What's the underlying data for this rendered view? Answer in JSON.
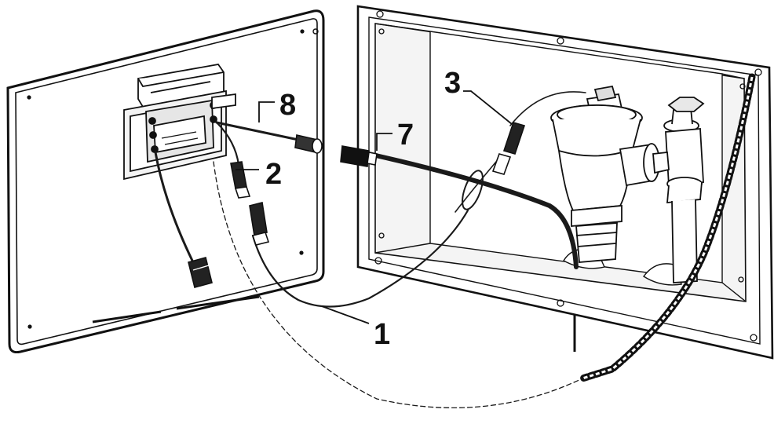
{
  "diagram": {
    "callouts": [
      {
        "id": "1",
        "label": "1"
      },
      {
        "id": "2",
        "label": "2"
      },
      {
        "id": "3",
        "label": "3"
      },
      {
        "id": "7",
        "label": "7"
      },
      {
        "id": "8",
        "label": "8"
      }
    ],
    "colors": {
      "line": "#111111",
      "panel_fill": "#ffffff",
      "panel_shadow": "#cfcfcf",
      "box_interior": "#f2f2f2",
      "cable": "#1a1a1a"
    }
  }
}
